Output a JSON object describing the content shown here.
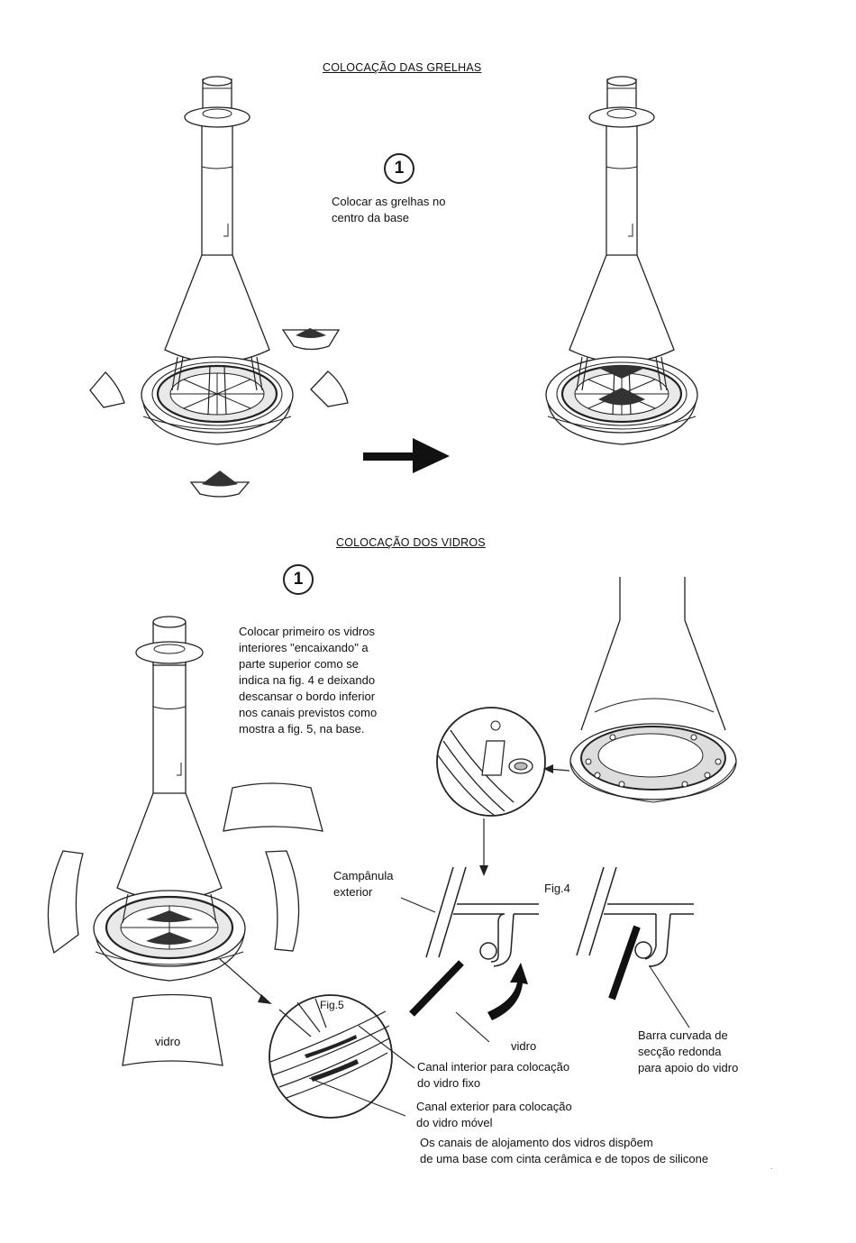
{
  "section1": {
    "title": "COLOCAÇÃO DAS GRELHAS",
    "step": "1",
    "instruction": [
      "Colocar as grelhas no",
      "centro da base"
    ]
  },
  "section2": {
    "title": "COLOCAÇÃO DOS VIDROS",
    "step": "1",
    "instruction": [
      "Colocar primeiro os vidros",
      "interiores \"encaixando\" a",
      "parte superior como se",
      "indica na fig. 4 e deixando",
      "descansar o bordo inferior",
      "nos canais previstos como",
      "mostra a fig. 5, na base."
    ],
    "labels": {
      "campanula": [
        "Campânula",
        "exterior"
      ],
      "fig4": "Fig.4",
      "fig5": "Fig.5",
      "vidro_panel": "vidro",
      "vidro_arrow": "vidro",
      "barra": [
        "Barra curvada de",
        "secção redonda",
        "para apoio do vidro"
      ],
      "canal_interior": [
        "Canal interior para colocação",
        "do vidro fixo"
      ],
      "canal_exterior": [
        "Canal exterior para colocação",
        "do vidro móvel"
      ],
      "note": [
        "Os canais de alojamento dos vidros dispõem",
        "de uma base com cinta cerâmica e de topos de silicone"
      ]
    }
  }
}
